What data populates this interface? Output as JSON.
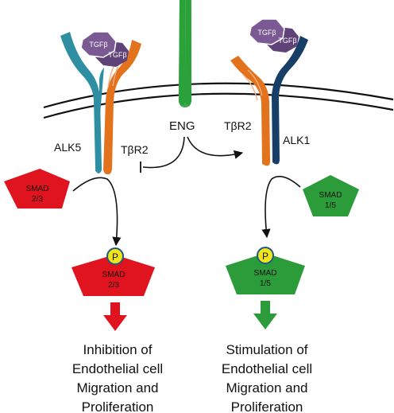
{
  "ligand": {
    "left_text": "TGFβ",
    "left_back_text": "TGFβ",
    "right_text": "TGFβ",
    "right_back_text": "TGFβ"
  },
  "receptors": {
    "alk5": "ALK5",
    "tbr2_left": "TβR2",
    "eng": "ENG",
    "tbr2_right": "TβR2",
    "alk1": "ALK1"
  },
  "smads": {
    "left_unphos": {
      "line1": "SMAD",
      "line2": "2/3"
    },
    "left_phos": {
      "line1": "SMAD",
      "line2": "2/3",
      "p": "P"
    },
    "right_unphos": {
      "line1": "SMAD",
      "line2": "1/5"
    },
    "right_phos": {
      "line1": "SMAD",
      "line2": "1/5",
      "p": "P"
    }
  },
  "outcomes": {
    "left": [
      "Inhibition of",
      "Endothelial cell",
      "Migration and",
      "Proliferation"
    ],
    "right": [
      "Stimulation of",
      "Endothelial cell",
      "Migration and",
      "Proliferation"
    ]
  },
  "colors": {
    "alk5": "#2e8fa3",
    "tbr2": "#e2721c",
    "eng": "#2aa13a",
    "alk1": "#173e66",
    "tgfb": "#7b5a93",
    "smad_red": "#e0141e",
    "smad_green": "#2c9b3a",
    "p_yellow": "#f2e41a"
  }
}
